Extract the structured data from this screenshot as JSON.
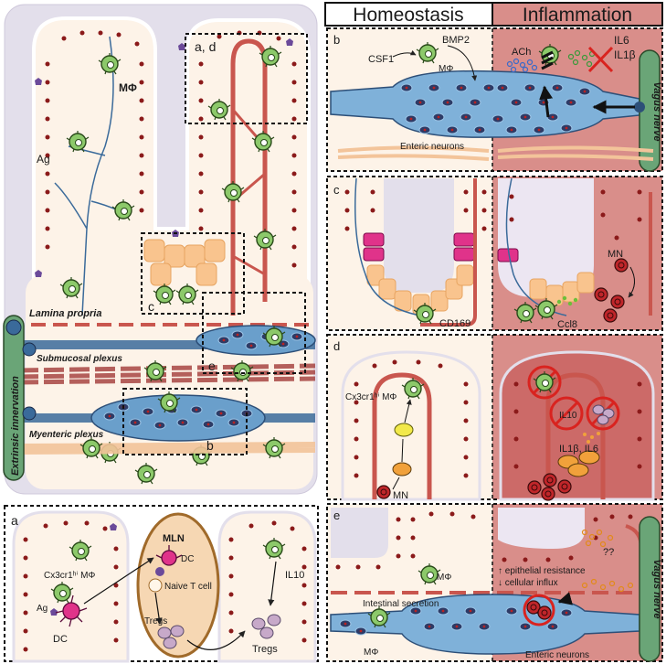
{
  "headers": {
    "homeostasis": "Homeostasis",
    "inflammation": "Inflammation"
  },
  "overview": {
    "labels": {
      "mphi": "MΦ",
      "ag": "Ag",
      "ad": "a, d",
      "c": "c",
      "e": "e",
      "b": "b",
      "lamina": "Lamina propria",
      "submucosal": "Submucosal plexus",
      "myenteric": "Myenteric plexus",
      "extrinsic": "Extrinsic innervation"
    }
  },
  "panel_a": {
    "letter": "a",
    "cx3": "Cx3cr1ʰⁱ MΦ",
    "ag": "Ag",
    "dc": "DC",
    "mln": "MLN",
    "mln_dc": "DC",
    "naive": "Naive T cell",
    "tregs_mln": "Tregs",
    "il10": "IL10",
    "tregs": "Tregs"
  },
  "panel_b": {
    "letter": "b",
    "csf1": "CSF1",
    "bmp2": "BMP2",
    "mphi": "MΦ",
    "enteric": "Enteric neurons",
    "ach": "ACh",
    "il6": "IL6",
    "il1b": "IL1β",
    "vagus": "Vagus nerve"
  },
  "panel_c": {
    "letter": "c",
    "cd169": "CD169",
    "mn": "MN",
    "ccl8": "Ccl8"
  },
  "panel_d": {
    "letter": "d",
    "cx3": "Cx3cr1ʰⁱ MΦ",
    "mn": "MN",
    "il10": "IL10",
    "il1b_il6": "IL1β, IL6"
  },
  "panel_e": {
    "letter": "e",
    "mphi": "MΦ",
    "secretion": "Intestinal secretion",
    "mphi2": "MΦ",
    "resistance": "↑ epithelial resistance",
    "influx": "↓ cellular influx",
    "qq": "??",
    "enteric": "Enteric neurons",
    "vagus": "Vagus nerve"
  },
  "colors": {
    "homeostasis_bg": "#fdf3e8",
    "inflammation_bg": "#d9928f",
    "muscle": "#c9564e",
    "macrophage": "#8cc96a",
    "neuron": "#4a7fa8",
    "vagus": "#6aa577",
    "treg": "#c7a9c9",
    "dc": "#e0338a"
  }
}
